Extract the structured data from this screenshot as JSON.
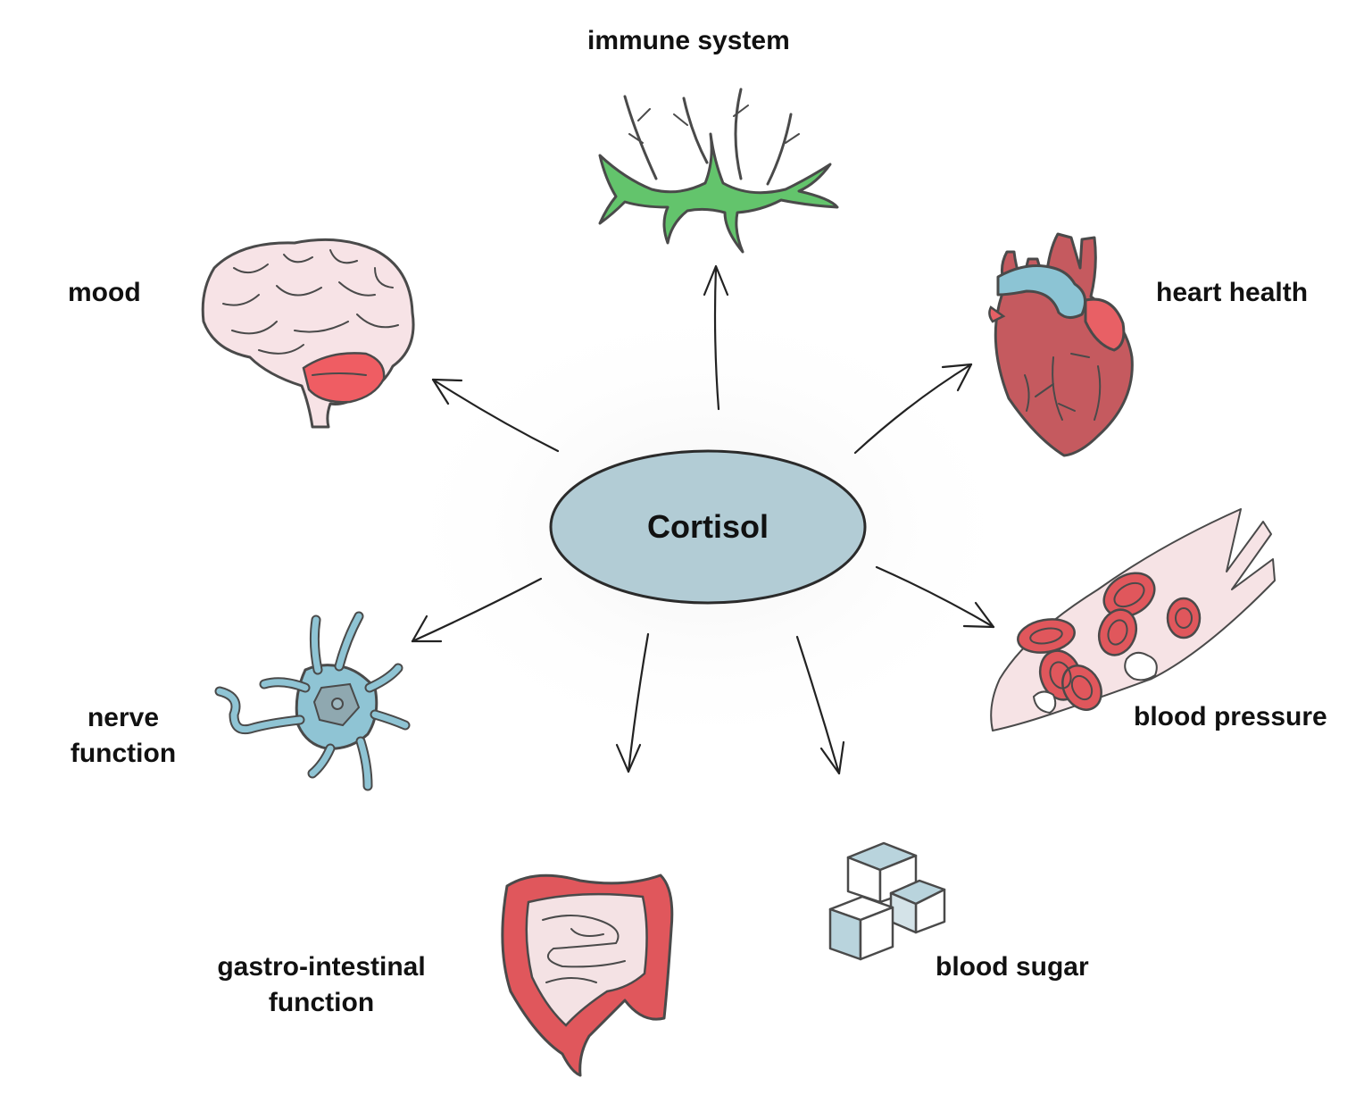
{
  "center": {
    "label": "Cortisol"
  },
  "nodes": {
    "immune": {
      "label": "immune system",
      "icon": "immune-cell-icon"
    },
    "heart": {
      "label": "heart health",
      "icon": "heart-icon"
    },
    "mood": {
      "label": "mood",
      "icon": "brain-icon"
    },
    "blood_pressure": {
      "label": "blood pressure",
      "icon": "blood-vessel-icon"
    },
    "nerve": {
      "line1": "nerve",
      "line2": "function",
      "icon": "neuron-icon"
    },
    "gastro": {
      "line1": "gastro-intestinal",
      "line2": "function",
      "icon": "intestine-icon"
    },
    "blood_sugar": {
      "label": "blood sugar",
      "icon": "sugar-cubes-icon"
    }
  },
  "colors": {
    "center_fill": "#b2ccd5",
    "immune_green": "#63c46c",
    "brain_pink": "#f7e3e6",
    "brain_red": "#ef5d63",
    "heart_red": "#c55a5f",
    "vessel_blue": "#8cc4d4",
    "neuron_blue": "#8fc4d4",
    "intestine_red": "#e0575c",
    "sugar_blue": "#b9d4dd"
  }
}
